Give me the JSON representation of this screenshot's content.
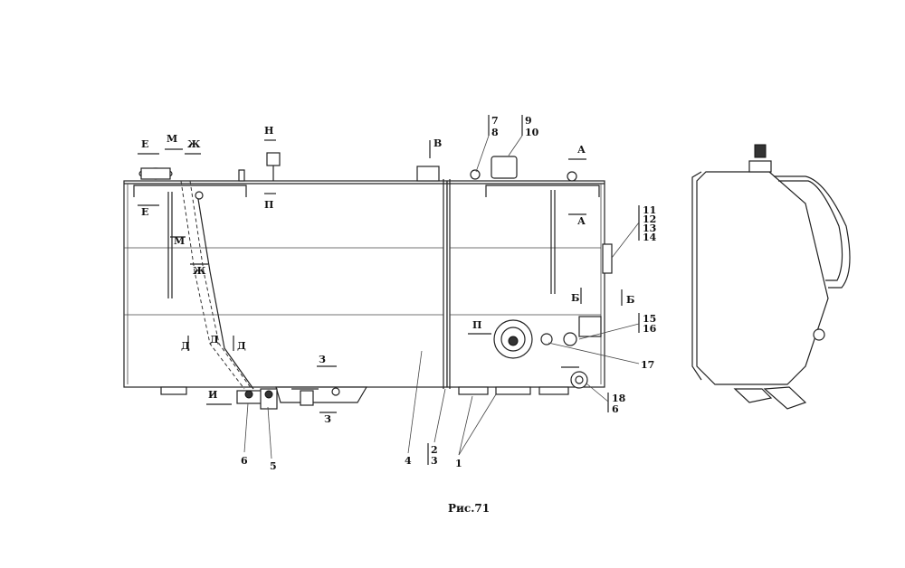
{
  "view_labels": {
    "E_top": "Е",
    "M": "М",
    "ZH_top": "Ж",
    "N_top": "Н",
    "V": "В",
    "A_top": "А",
    "E_bot": "Е",
    "P_small": "П",
    "A_mid": "А",
    "M_mid": "М",
    "ZH_mid": "Ж",
    "B_left": "Б",
    "B_right": "Б",
    "P_filler": "П",
    "D_left": "Д",
    "D_mid": "Д",
    "D_right": "Д",
    "Z_mid": "З",
    "Z_bot": "З",
    "I_bot": "И"
  },
  "callouts": {
    "c7": "7",
    "c8": "8",
    "c9": "9",
    "c10": "10",
    "c11": "11",
    "c12": "12",
    "c13": "13",
    "c14": "14",
    "c15": "15",
    "c16": "16",
    "c17": "17",
    "c18": "18",
    "c6r": "6",
    "c6": "6",
    "c5": "5",
    "c4": "4",
    "c2": "2",
    "c3": "3",
    "c1": "1"
  },
  "caption": "Рис.71"
}
